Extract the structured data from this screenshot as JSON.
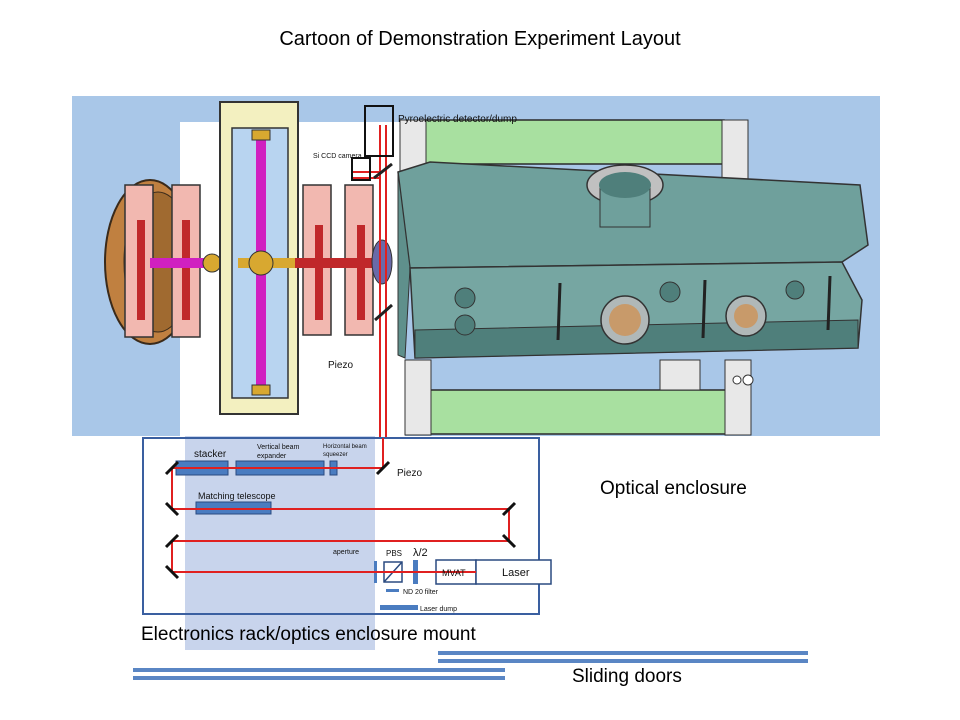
{
  "title": "Cartoon of Demonstration Experiment Layout",
  "labels": {
    "pyroelectric": "Pyroelectric detector/dump",
    "si_ccd": "Si CCD camera",
    "piezo_top": "Piezo",
    "stacker": "stacker",
    "vertical_expander_1": "Vertical beam",
    "vertical_expander_2": "expander",
    "horizontal_squeezer_1": "Horizontal beam",
    "horizontal_squeezer_2": "squeezer",
    "piezo_bottom": "Piezo",
    "matching_telescope": "Matching telescope",
    "aperture": "aperture",
    "pbs": "PBS",
    "half_wave": "λ/2",
    "mvat": "MVAT",
    "laser": "Laser",
    "nd_filter": "ND 20 filter",
    "laser_dump": "Laser dump",
    "optical_enclosure": "Optical enclosure",
    "electronics_rack": "Electronics rack/optics enclosure mount",
    "sliding_doors": "Sliding doors"
  },
  "colors": {
    "cad_background": "#a9c7e8",
    "chamber": "#6fa09c",
    "chamber_dark": "#4f7f7b",
    "green_beam": "#a8e0a0",
    "laser_beam": "#e02020",
    "magnet_pink": "#f2b8b0",
    "yoke_yellow": "#f3f0c0",
    "magenta": "#d020c0",
    "enclosure_border": "#3a5fa0",
    "optic_blue": "#4a7cc0",
    "rack_shade": "#c8d4ec",
    "doors": "#5a86c4"
  }
}
